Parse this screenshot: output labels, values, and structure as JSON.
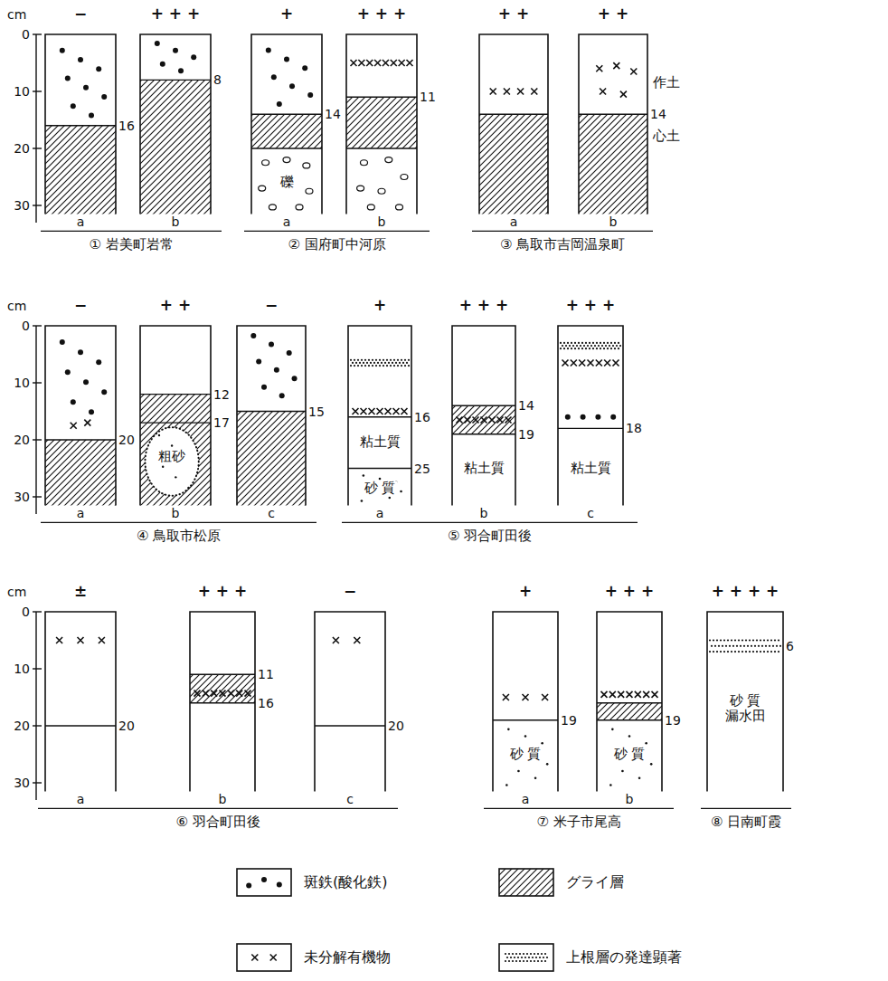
{
  "diagram": {
    "labels": [
      "cm",
      "0",
      "10",
      "20",
      "30",
      "−",
      "+ + +",
      "+",
      "+ + +",
      "+ +",
      "+ +",
      "16",
      "8",
      "14",
      "礫",
      "11",
      "作土",
      "14",
      "心土",
      "a",
      "b",
      "a",
      "b",
      "a",
      "b",
      "① 岩美町岩常",
      "② 国府町中河原",
      "③ 鳥取市吉岡温泉町",
      "cm",
      "0",
      "10",
      "20",
      "30",
      "−",
      "+ +",
      "−",
      "+",
      "+ + +",
      "+ + +",
      "20",
      "12",
      "17",
      "粗砂",
      "15",
      "16",
      "粘土質",
      "25",
      "砂 質",
      "14",
      "19",
      "粘土質",
      "18",
      "粘土質",
      "a",
      "b",
      "c",
      "a",
      "b",
      "c",
      "④ 鳥取市松原",
      "⑤ 羽合町田後",
      "cm",
      "0",
      "10",
      "20",
      "30",
      "±",
      "+ + +",
      "−",
      "+",
      "+ + +",
      "+ + + +",
      "20",
      "11",
      "16",
      "20",
      "19",
      "砂 質",
      "19",
      "砂 質",
      "6",
      "砂 質 漏水田",
      "a",
      "b",
      "c",
      "a",
      "b",
      "⑥ 羽合町田後",
      "⑦ 米子市尾高",
      "⑧ 日南町霞"
    ],
    "legend": [
      {
        "text": "斑鉄(酸化鉄)"
      },
      {
        "text": "グライ層"
      },
      {
        "text": "未分解有機物"
      },
      {
        "text": "上根層の発達顕著"
      }
    ]
  }
}
